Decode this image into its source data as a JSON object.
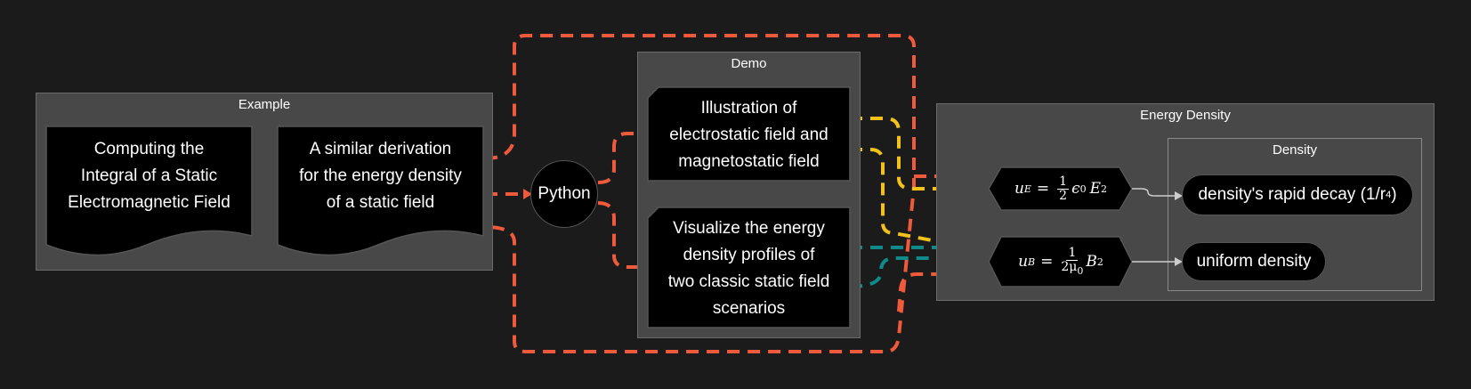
{
  "clusters": {
    "example": "Example",
    "demo": "Demo",
    "energy_density": "Energy Density",
    "density": "Density"
  },
  "nodes": {
    "computing_integral": [
      "Computing the",
      "Integral of a Static",
      "Electromagnetic Field"
    ],
    "similar_derivation": [
      "A similar derivation",
      "for the energy density",
      "of a static field"
    ],
    "python": "Python",
    "illustration": [
      "Illustration of",
      "electrostatic field and",
      "magnetostatic field"
    ],
    "visualize": [
      "Visualize the energy",
      "density profiles of",
      "two classic static field",
      "scenarios"
    ],
    "rapid_decay": "density's rapid decay (1/r",
    "rapid_decay_exp": "4",
    "uniform_density": "uniform density"
  },
  "formulas": {
    "ue": {
      "lhs": "u",
      "lhs_sub": "E",
      "eq": "=",
      "num": "1",
      "den": "2",
      "eps": "ϵ",
      "eps_sub": "0",
      "var": "E",
      "var_sup": "2"
    },
    "ub": {
      "lhs": "u",
      "lhs_sub": "B",
      "eq": "=",
      "num": "1",
      "den": "2μ",
      "den_sub": "0",
      "var": "B",
      "var_sup": "2"
    }
  },
  "colors": {
    "background": "#1b1b1b",
    "cluster_fill": "#474847",
    "node_fill": "#000000",
    "orange": "#f05a3c",
    "yellow": "#f2c21b",
    "teal": "#0f8a8a",
    "arrow_gray": "#cccccc"
  }
}
